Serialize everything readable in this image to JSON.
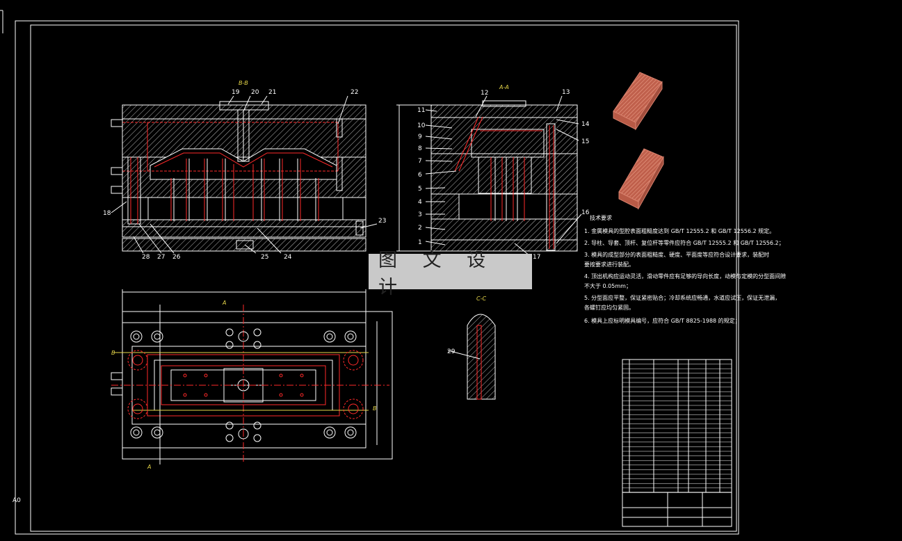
{
  "watermark": "图 文 设 计",
  "corner_mark": "A0",
  "section_titles": {
    "bb": "B-B",
    "aa": "A-A",
    "cc": "C-C",
    "a_left": "A",
    "a_bottom": "A",
    "b_right": "B",
    "b_left": "B"
  },
  "part_numbers": [
    "1",
    "2",
    "3",
    "4",
    "5",
    "6",
    "7",
    "8",
    "9",
    "10",
    "11",
    "12",
    "13",
    "14",
    "15",
    "16",
    "17",
    "18",
    "19",
    "20",
    "21",
    "22",
    "23",
    "24",
    "25",
    "26",
    "27",
    "28",
    "29"
  ],
  "notes": {
    "title": "技术要求",
    "items": [
      "1. 金属模具的型腔表面粗糙度达到 GB/T 12555.2 和 GB/T 12556.2 规定。",
      "2. 导柱、导套、顶杆、复位杆等零件应符合 GB/T 12555.2 和 GB/T 12556.2；",
      "3. 模具的成型部分的表面粗糙度、硬度、平面度等应符合设计要求，装配时",
      "   要按要求进行装配。",
      "4. 顶出机构应运动灵活，滑动零件应有足够的导向长度，动模与定模的分型面间隙",
      "   不大于 0.05mm；",
      "5. 分型面应平整，保证紧密贴合；冷却系统应畅通，水道应试压，保证无泄漏，",
      "   各螺钉应均匀紧固。",
      "6. 模具上应标明模具编号，应符合 GB/T 8825-1988 的规定；"
    ]
  },
  "colors": {
    "background": "#000000",
    "line": "#ffffff",
    "part_red": "#ff2a2a",
    "dim_yellow": "#e8d84a",
    "iso_part": "#d9826e"
  },
  "icons": [
    "iso-part-top-icon",
    "iso-part-bottom-icon"
  ]
}
